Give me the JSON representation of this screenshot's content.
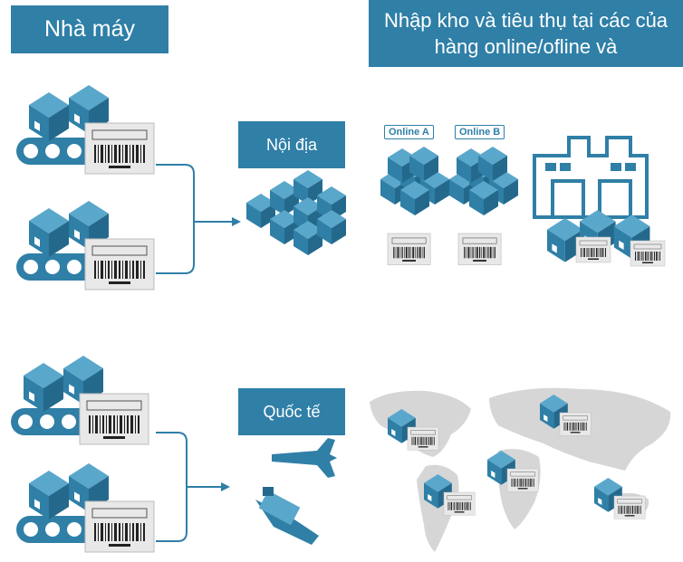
{
  "headers": {
    "factory": "Nhà máy",
    "stores": "Nhập kho và tiêu thụ tại các của hàng online/ofline và"
  },
  "routes": {
    "domestic": "Nội địa",
    "international": "Quốc tế"
  },
  "store_tags": {
    "online_a": "Online A",
    "online_b": "Online B"
  },
  "colors": {
    "accent": "#2f7fa7",
    "map": "#d6d6d6"
  }
}
